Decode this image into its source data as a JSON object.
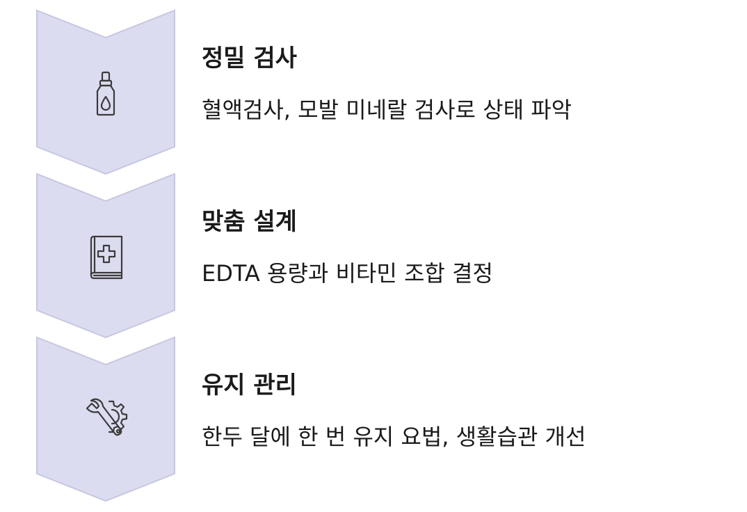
{
  "colors": {
    "chevron_fill": "#dcdcf0",
    "chevron_stroke": "#c6c6e2",
    "icon_stroke": "#3a3a3a",
    "text": "#1a1a1a"
  },
  "steps": [
    {
      "title": "정밀 검사",
      "description": "혈액검사, 모발 미네랄 검사로 상태 파악",
      "icon": "dropper-bottle-icon"
    },
    {
      "title": "맞춤 설계",
      "description": "EDTA 용량과 비타민 조합 결정",
      "icon": "medical-book-icon"
    },
    {
      "title": "유지 관리",
      "description": "한두 달에 한 번 유지 요법, 생활습관 개선",
      "icon": "wrench-gear-icon"
    }
  ]
}
